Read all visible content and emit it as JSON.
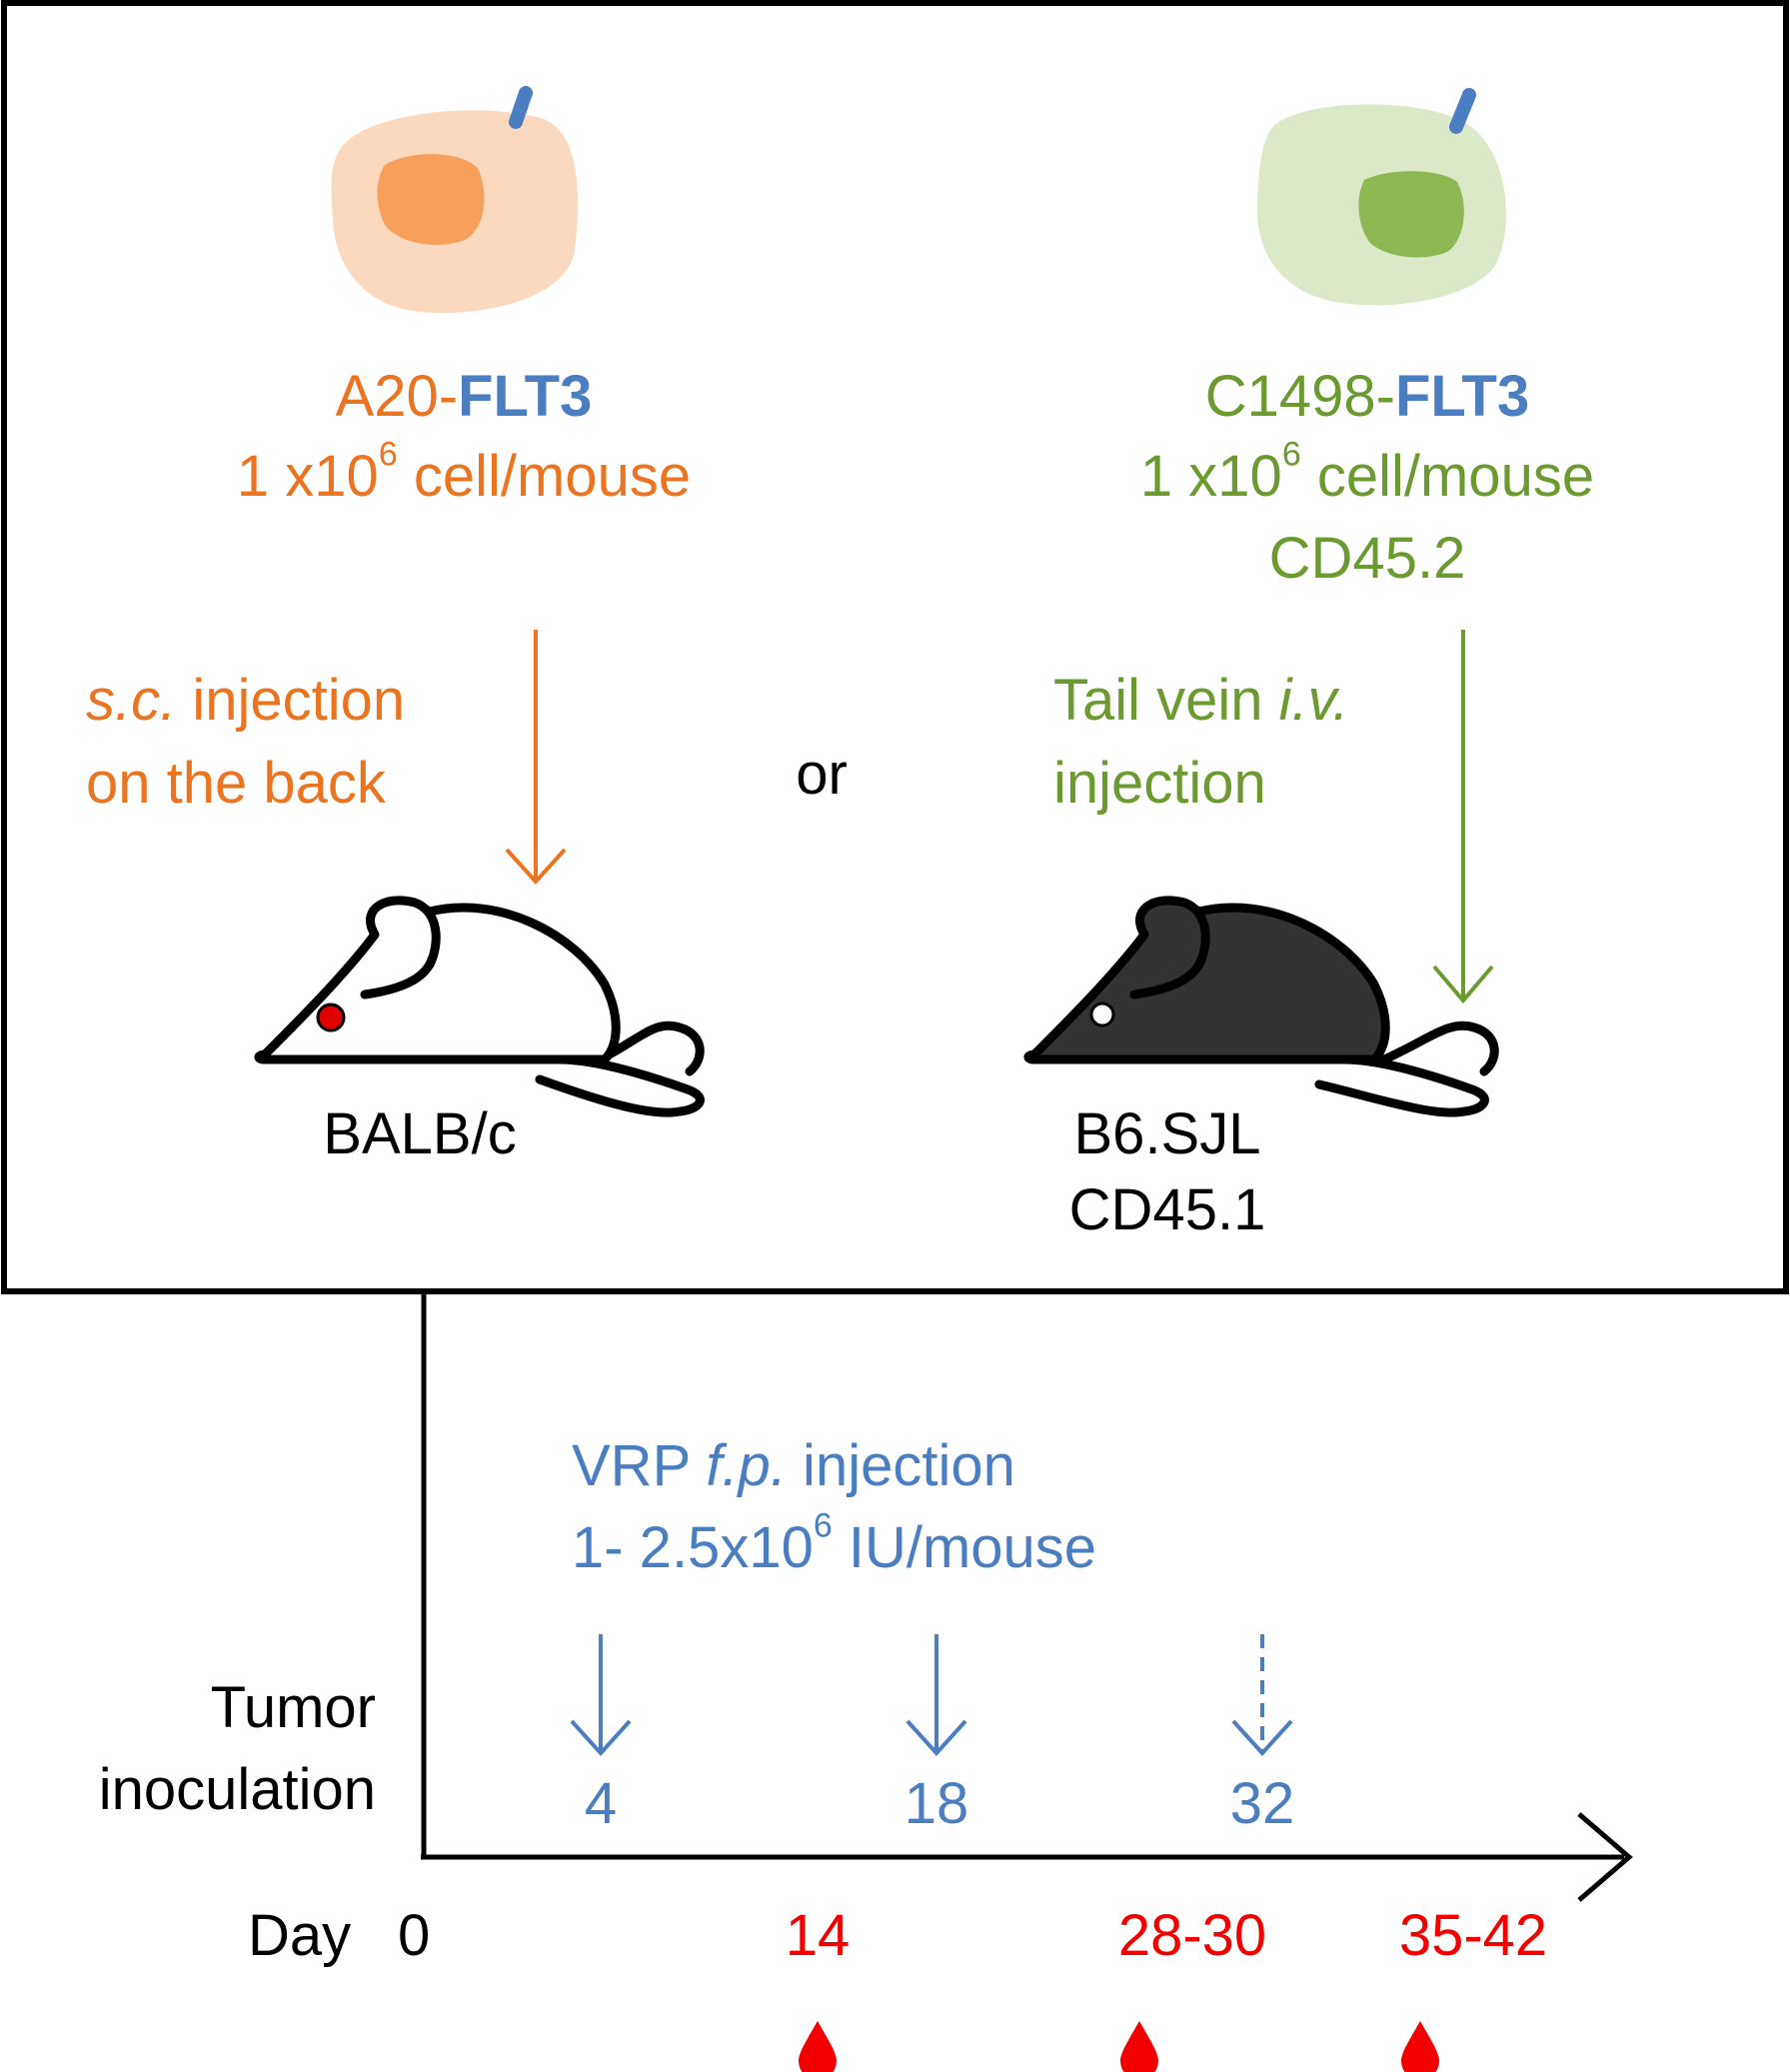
{
  "colors": {
    "orange": "#EA7420",
    "green": "#6B9A30",
    "blue": "#4A7EC0",
    "red": "#F20000",
    "black": "#000000"
  },
  "left_cell": {
    "icon": "a20-cell-icon",
    "name_prefix": "A20-",
    "name_suffix": "FLT3",
    "dose_prefix": "1 x10",
    "dose_exp": "6",
    "dose_suffix": " cell/mouse",
    "route_line1_italic": "s.c.",
    "route_line1_rest": " injection",
    "route_line2": "on the back",
    "mouse_icon": "white-mouse-icon",
    "mouse_label": "BALB/c"
  },
  "connector": "or",
  "right_cell": {
    "icon": "c1498-cell-icon",
    "name_prefix": "C1498-",
    "name_suffix": "FLT3",
    "dose_prefix": "1 x10",
    "dose_exp": "6",
    "dose_suffix": " cell/mouse",
    "marker": "CD45.2",
    "route_line1_plain": "Tail vein ",
    "route_line1_italic": "i.v.",
    "route_line2": "injection",
    "mouse_icon": "black-mouse-icon",
    "mouse_label_line1": "B6.SJL",
    "mouse_label_line2": "CD45.1"
  },
  "timeline": {
    "vrp_line1_plain": "VRP ",
    "vrp_line1_italic": "f.p.",
    "vrp_line1_rest": " injection",
    "vrp_dose_prefix": "1- 2.5x10",
    "vrp_dose_exp": "6",
    "vrp_dose_suffix": " IU/mouse",
    "start_label_line1": "Tumor",
    "start_label_line2": "inoculation",
    "day_label": "Day",
    "day_zero": "0",
    "vrp_days": [
      "4",
      "18",
      "32"
    ],
    "bleed_days": [
      "14",
      "28-30",
      "35-42"
    ],
    "bleed_icon": "blood-drop-icon"
  }
}
